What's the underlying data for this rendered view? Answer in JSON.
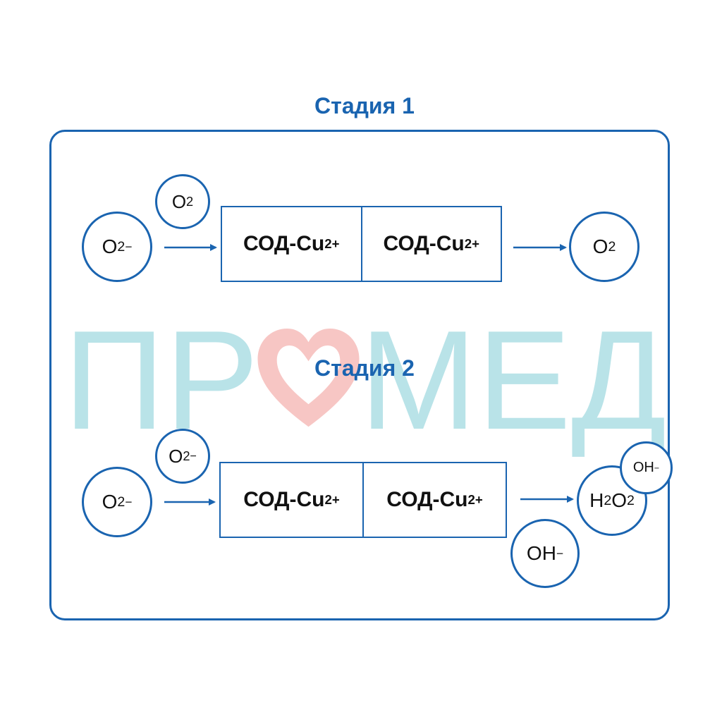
{
  "watermark": {
    "left": "ПР",
    "right": "МЕД",
    "heart_color": "#f7c6c4",
    "text_color": "#b9e3e8"
  },
  "colors": {
    "accent": "#1a64b0",
    "text": "#111111"
  },
  "stage1": {
    "title": "Стадия 1",
    "reactant": {
      "base": "O",
      "sub": "2",
      "sup": "−"
    },
    "bound": {
      "base": "O",
      "sub": "2",
      "sup": ""
    },
    "enzyme": [
      {
        "base": "СОД-Cu",
        "sup": "2+"
      },
      {
        "base": "СОД-Cu",
        "sup": "2+"
      }
    ],
    "product": {
      "base": "O",
      "sub": "2",
      "sup": ""
    }
  },
  "stage2": {
    "title": "Стадия 2",
    "reactant": {
      "base": "O",
      "sub": "2",
      "sup": "−"
    },
    "bound": {
      "base": "O",
      "sub": "2",
      "sup": "−"
    },
    "enzyme": [
      {
        "base": "СОД-Cu",
        "sup": "2+"
      },
      {
        "base": "СОД-Cu",
        "sup": "2+"
      }
    ],
    "product": {
      "h": "H",
      "h_sub": "2",
      "o": "O",
      "o_sub": "2"
    },
    "hydroxide_small": {
      "base": "OH",
      "sup": "−"
    },
    "hydroxide_large": {
      "base": "OH",
      "sup": "−"
    }
  }
}
